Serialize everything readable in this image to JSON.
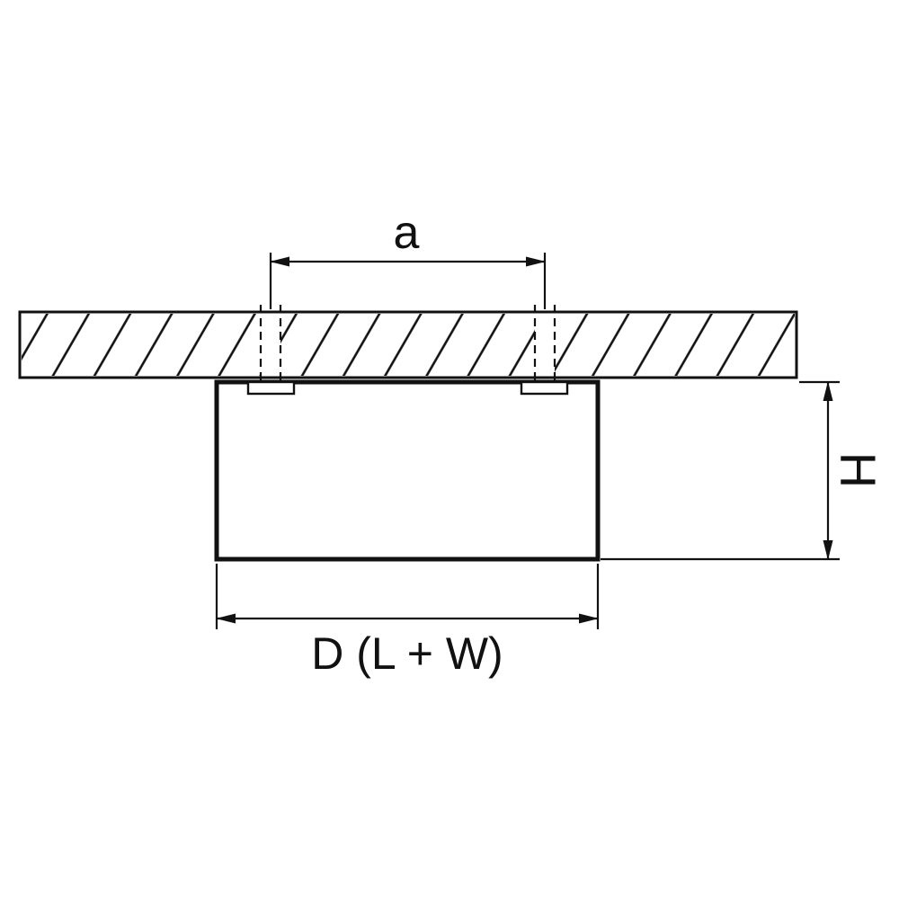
{
  "diagram": {
    "labels": {
      "hole_spacing": "a",
      "fixture_height": "H",
      "fixture_width": "D (L + W)"
    },
    "colors": {
      "line": "#111111",
      "background": "#ffffff"
    }
  }
}
